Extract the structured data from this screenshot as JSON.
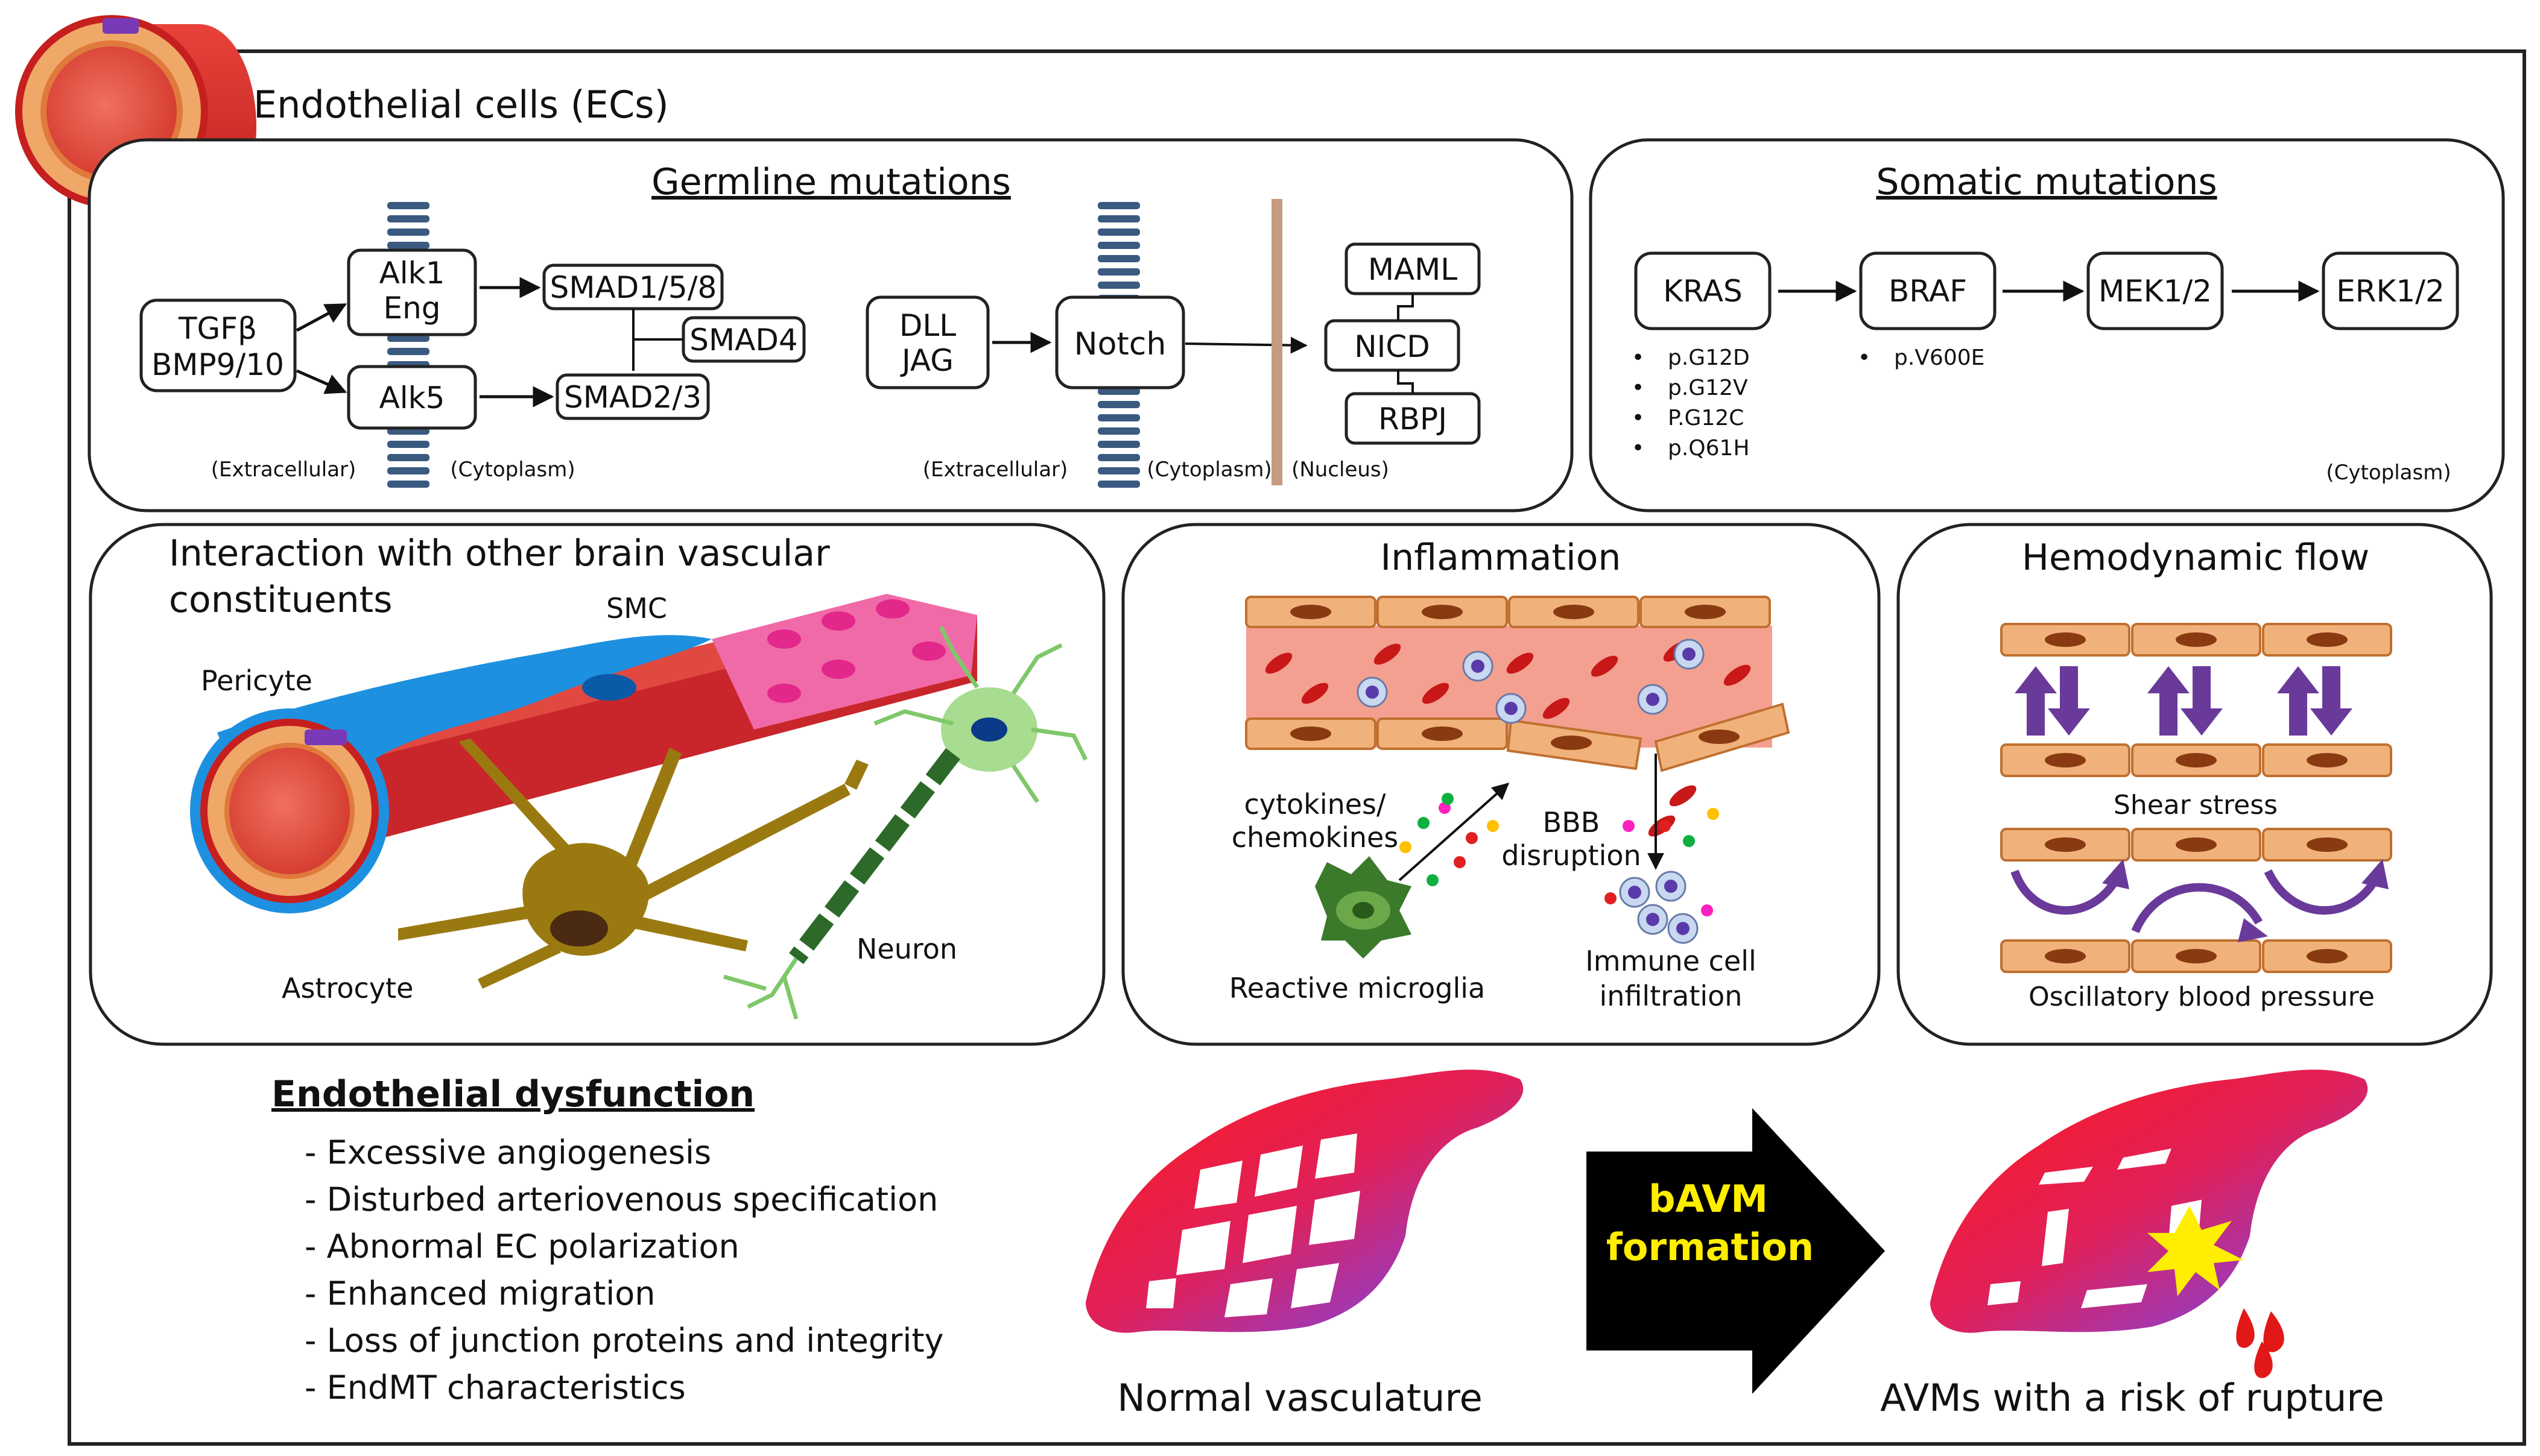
{
  "header": {
    "title": "Endothelial cells (ECs)"
  },
  "germline": {
    "title": "Germline mutations",
    "tgf": [
      "TGFβ",
      "BMP9/10"
    ],
    "alk1": [
      "Alk1",
      "Eng"
    ],
    "alk5": "Alk5",
    "smad158": "SMAD1/5/8",
    "smad4": "SMAD4",
    "smad23": "SMAD2/3",
    "extracellular": "(Extracellular)",
    "cytoplasm": "(Cytoplasm)",
    "dll": [
      "DLL",
      "JAG"
    ],
    "notch": "Notch",
    "maml": "MAML",
    "nicd": "NICD",
    "rbpj": "RBPJ",
    "extracellular2": "(Extracellular)",
    "cytoplasm2": "(Cytoplasm)",
    "nucleus": "(Nucleus)"
  },
  "somatic": {
    "title": "Somatic mutations",
    "kras": "KRAS",
    "braf": "BRAF",
    "mek": "MEK1/2",
    "erk": "ERK1/2",
    "kras_mutations": [
      "p.G12D",
      "p.G12V",
      "P.G12C",
      "p.Q61H"
    ],
    "braf_mutations": [
      "p.V600E"
    ],
    "cytoplasm": "(Cytoplasm)"
  },
  "interaction": {
    "title": [
      "Interaction with other brain vascular",
      "constituents"
    ],
    "smc": "SMC",
    "pericyte": "Pericyte",
    "astrocyte": "Astrocyte",
    "neuron": "Neuron"
  },
  "inflammation": {
    "title": "Inflammation",
    "cytokines": [
      "cytokines/",
      "chemokines"
    ],
    "bbb": [
      "BBB",
      "disruption"
    ],
    "microglia": "Reactive microglia",
    "immune": [
      "Immune cell",
      "infiltration"
    ]
  },
  "hemodynamic": {
    "title": "Hemodynamic flow",
    "shear": "Shear stress",
    "oscillatory": "Oscillatory blood pressure"
  },
  "dysfunction": {
    "title": "Endothelial dysfunction",
    "items": [
      "- Excessive angiogenesis",
      "- Disturbed arteriovenous specification",
      "- Abnormal EC polarization",
      "- Enhanced migration",
      "- Loss of junction proteins and integrity",
      "- EndMT characteristics"
    ]
  },
  "outcome": {
    "normal": "Normal vasculature",
    "arrow": [
      "bAVM",
      "formation"
    ],
    "rupture": "AVMs with a risk of rupture"
  },
  "colors": {
    "vessel_red": "#d9322b",
    "pericyte_blue": "#1e90e0",
    "smc_pink": "#f06aa8",
    "astrocyte_olive": "#9a7a10",
    "neuron_green": "#7ec86a",
    "endothelial_tan": "#f0b27a",
    "arrow_purple": "#6a3a9a",
    "burst_yellow": "#ffee00"
  }
}
